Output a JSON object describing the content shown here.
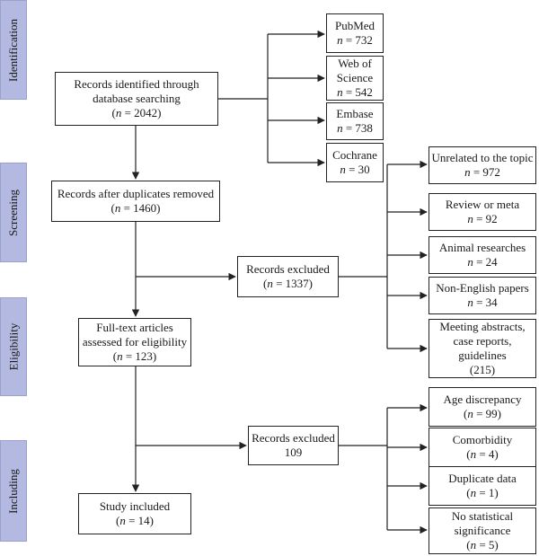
{
  "phases": {
    "identification": "Identification",
    "screening": "Screening",
    "eligibility": "Eligibility",
    "including": "Including"
  },
  "main": {
    "identified": {
      "lines": [
        "Records identified through",
        "database searching"
      ],
      "n": "2042"
    },
    "after_duplicates": {
      "lines": [
        "Records after duplicates removed"
      ],
      "n": "1460"
    },
    "full_text": {
      "lines": [
        "Full-text articles",
        "assessed for eligibility"
      ],
      "n": "123"
    },
    "included": {
      "lines": [
        "Study included"
      ],
      "n": "14"
    }
  },
  "databases": [
    {
      "lines": [
        "PubMed"
      ],
      "n": "732"
    },
    {
      "lines": [
        "Web of",
        "Science"
      ],
      "n": "542"
    },
    {
      "lines": [
        "Embase"
      ],
      "n": "738"
    },
    {
      "lines": [
        "Cochrane"
      ],
      "n": "30"
    }
  ],
  "excluded_screening": {
    "lines": [
      "Records excluded"
    ],
    "n": "1337",
    "reasons": [
      {
        "lines": [
          "Unrelated to the topic"
        ],
        "n": "972"
      },
      {
        "lines": [
          "Review or meta"
        ],
        "n": "92"
      },
      {
        "lines": [
          "Animal researches"
        ],
        "n": "24"
      },
      {
        "lines": [
          "Non-English papers"
        ],
        "n": "34"
      },
      {
        "lines": [
          "Meeting abstracts,",
          "case reports,",
          "guidelines"
        ],
        "n": "215"
      }
    ]
  },
  "excluded_eligibility": {
    "lines": [
      "Records excluded"
    ],
    "n": "109",
    "reasons": [
      {
        "lines": [
          "Age discrepancy"
        ],
        "n": "99"
      },
      {
        "lines": [
          "Comorbidity"
        ],
        "n": "4"
      },
      {
        "lines": [
          "Duplicate data"
        ],
        "n": "1"
      },
      {
        "lines": [
          "No statistical",
          "significance"
        ],
        "n": "5"
      }
    ]
  },
  "n_symbol": "n"
}
